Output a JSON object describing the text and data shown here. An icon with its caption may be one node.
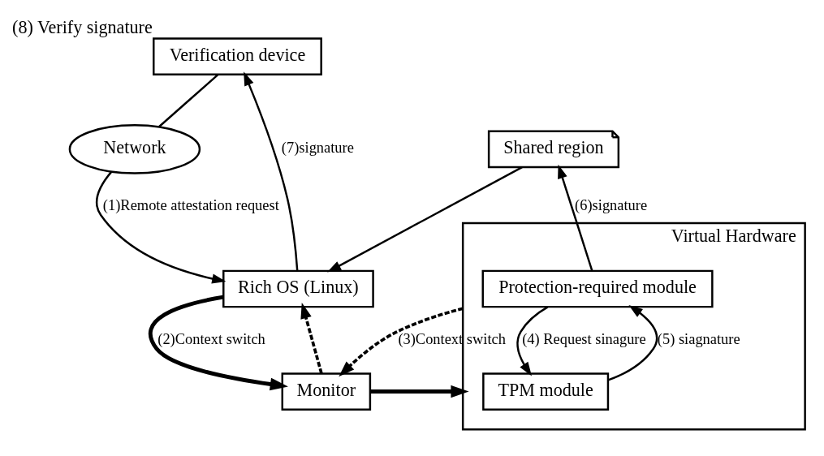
{
  "diagram": {
    "nodes": [
      {
        "text": [
          "Verification device"
        ],
        "beside": [
          "(8) Verify signature"
        ]
      },
      {
        "text": [
          "Network"
        ]
      },
      {
        "text": [
          "Shared region"
        ]
      },
      {
        "text": [
          "Virtual Hardware"
        ]
      },
      {
        "text": [
          "Protection-required module"
        ],
        "in": 3
      },
      {
        "text": [
          "TPM module"
        ],
        "in": 3
      },
      {
        "text": [
          "Rich OS (Linux)"
        ]
      },
      {
        "text": [
          "Monitor"
        ]
      }
    ],
    "edges": [
      {
        "from": 0,
        "to": 1,
        "arrow": "none"
      },
      {
        "from": 1,
        "to": 6,
        "arrow": "to",
        "label": "(1)Remote attestation request"
      },
      {
        "from": 6,
        "to": 7,
        "arrow": "to",
        "label": "(2)Context switch",
        "style": "thick"
      },
      {
        "from": 7,
        "to": 6,
        "arrow": "to",
        "style": "dashed"
      },
      {
        "from": 3,
        "to": 7,
        "arrow": "to",
        "label": "(3)Context switch",
        "style": "dashed"
      },
      {
        "from": 7,
        "to": 3,
        "arrow": "to",
        "style": "thick"
      },
      {
        "from": 4,
        "to": 5,
        "arrow": "to",
        "label": "(4) Request sinagure"
      },
      {
        "from": 5,
        "to": 4,
        "arrow": "to",
        "label": "(5) siagnature"
      },
      {
        "from": 4,
        "to": 2,
        "arrow": "to",
        "label": "(6)signature"
      },
      {
        "from": 2,
        "to": 6,
        "arrow": "to"
      },
      {
        "from": 6,
        "to": 0,
        "arrow": "to",
        "label": "(7)signature"
      }
    ]
  }
}
